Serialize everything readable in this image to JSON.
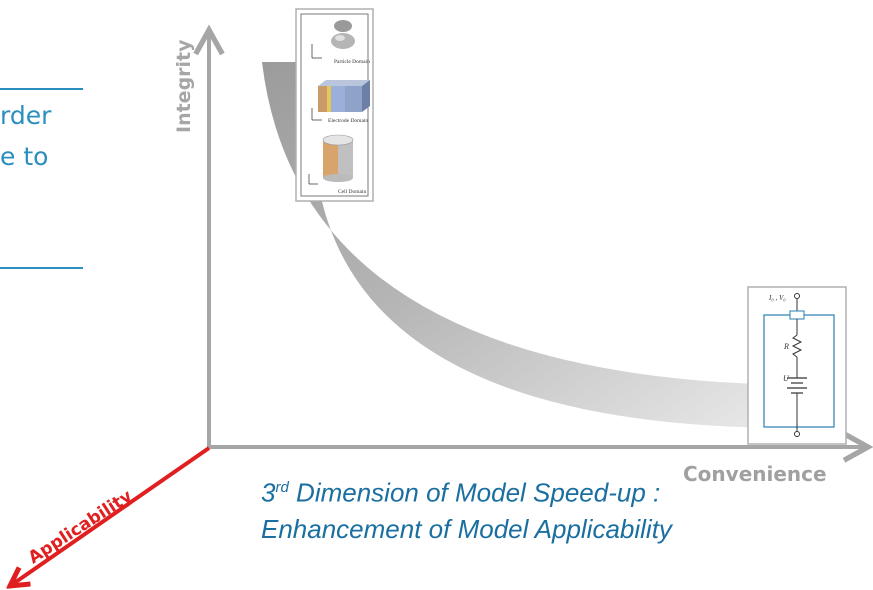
{
  "left_text": {
    "line1": "rder",
    "line2": "e to"
  },
  "axes": {
    "y_label": "Integrity",
    "x_label": "Convenience",
    "z_label": "Applicability"
  },
  "inset_detailed": {
    "particle_label": "Particle Domain",
    "electrode_label": "Electrode Domain",
    "cell_label": "Cell Domain"
  },
  "inset_circuit": {
    "top_label": "I₀ , V₀",
    "resistor_label": "R",
    "source_label": "U"
  },
  "caption": {
    "line1_num": "3",
    "line1_sup": "rd",
    "line1_rest": " Dimension of Model Speed-up :",
    "line2": "Enhancement of Model Applicability"
  },
  "colors": {
    "axis": "#a6a6a6",
    "accent_blue": "#2a8fbf",
    "caption_blue": "#1a6fa0",
    "applicability_red": "#e02020"
  }
}
